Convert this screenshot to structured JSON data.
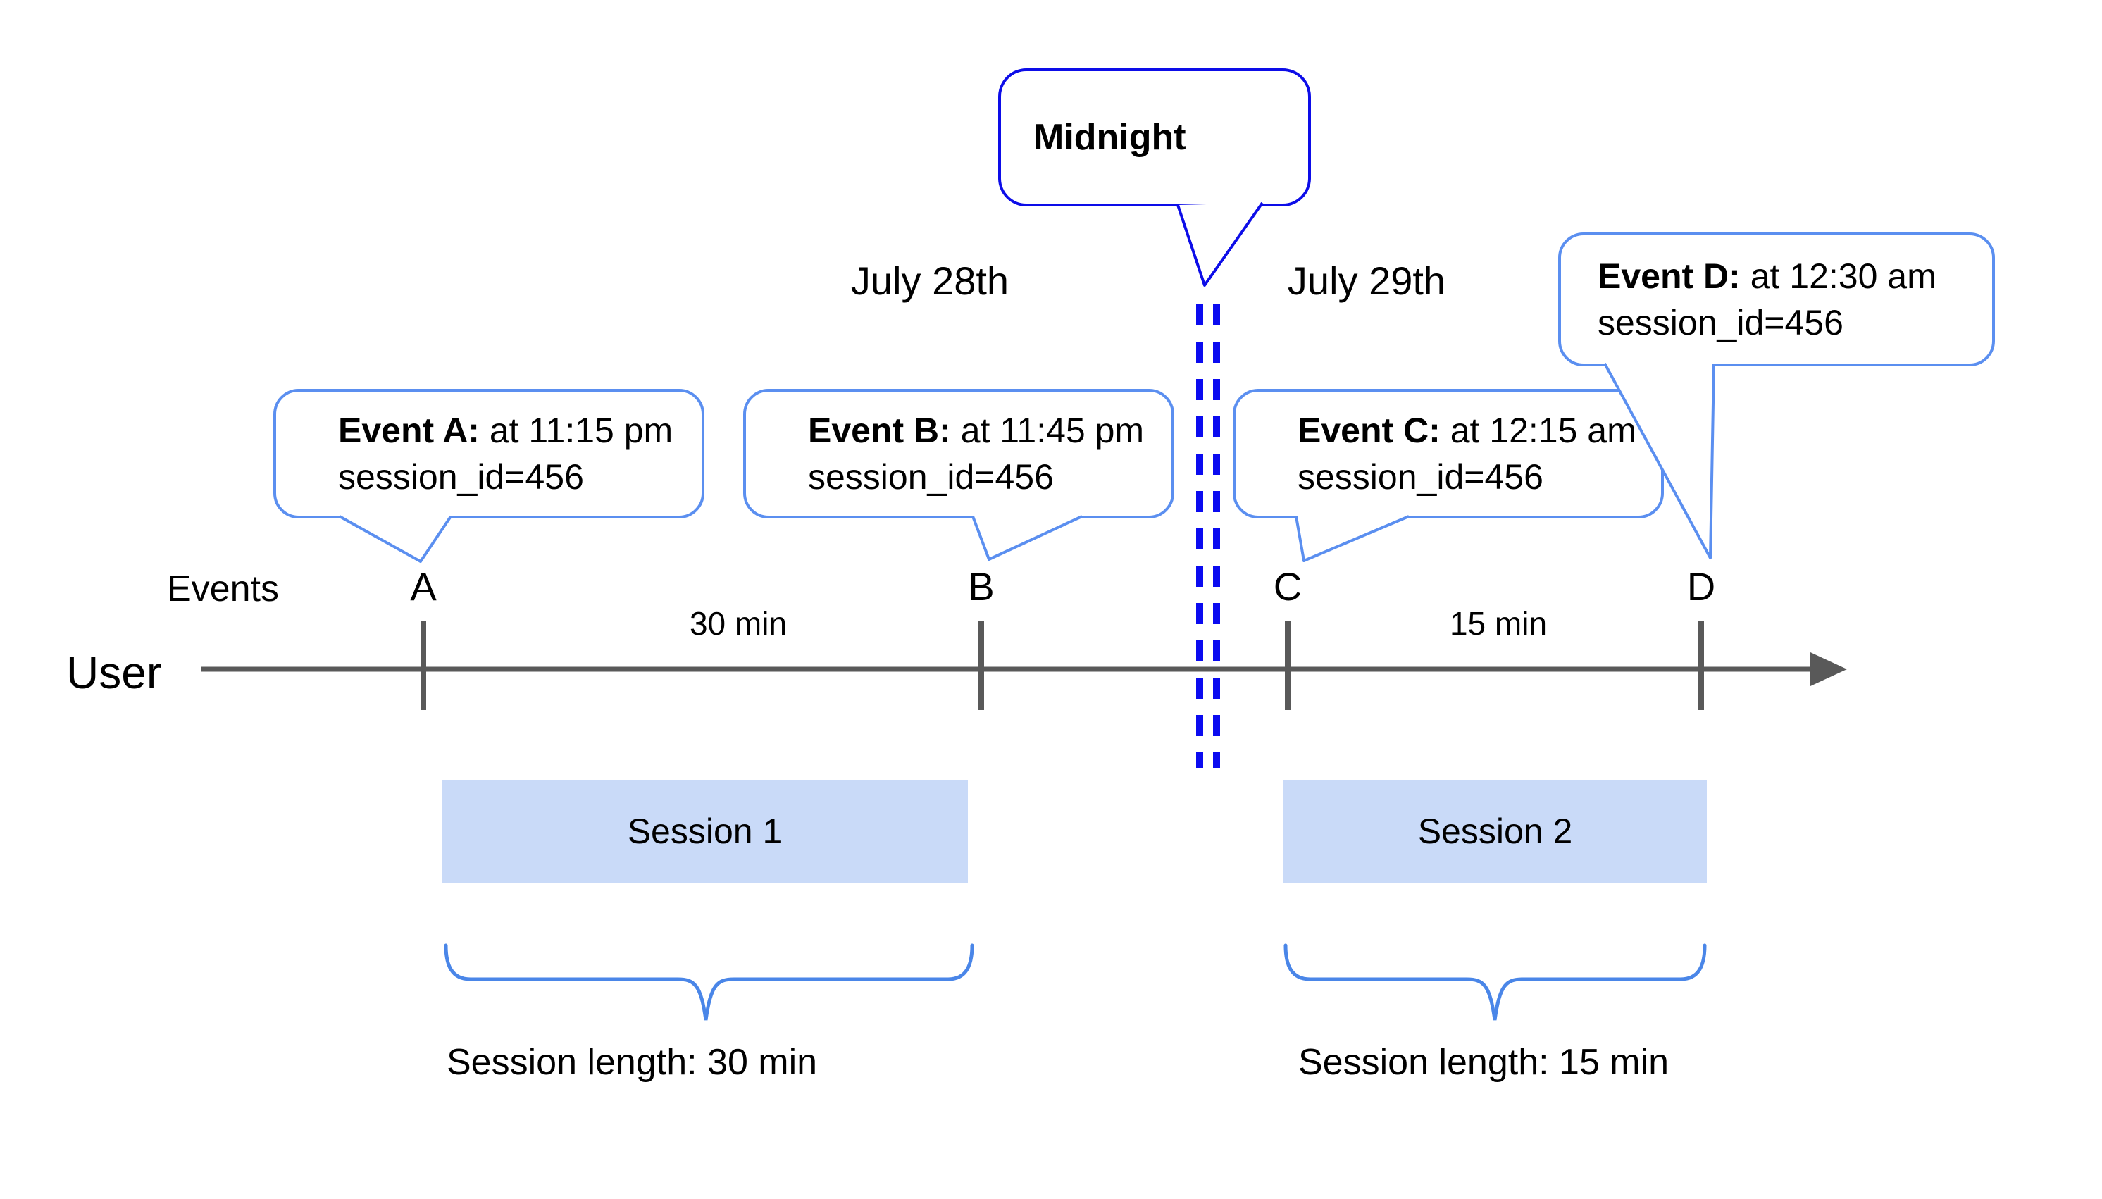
{
  "colors": {
    "midnight_border_blue": "#0d0de8",
    "divider_dash_blue": "#0b0bf0",
    "event_bubble_blue": "#5b8ff0",
    "brace_blue": "#4a86e8",
    "session_box_fill": "#c9daf8",
    "timeline_gray": "#595959",
    "text_black": "#000000"
  },
  "midnight_bubble": {
    "label": "Midnight"
  },
  "dates": {
    "before_midnight": "July 28th",
    "after_midnight": "July 29th"
  },
  "event_bubbles": [
    {
      "title": "Event A:",
      "time": " at 11:15 pm",
      "detail": "session_id=456"
    },
    {
      "title": "Event B:",
      "time": " at 11:45 pm",
      "detail": "session_id=456"
    },
    {
      "title": "Event C:",
      "time": " at 12:15 am",
      "detail": "session_id=456"
    },
    {
      "title": "Event D:",
      "time": " at 12:30 am",
      "detail": "session_id=456"
    }
  ],
  "timeline": {
    "row_label": "User",
    "events_label": "Events",
    "ticks": [
      "A",
      "B",
      "C",
      "D"
    ],
    "interval_labels": [
      "30 min",
      "15 min"
    ]
  },
  "sessions": [
    {
      "label": "Session 1",
      "length": "Session length: 30 min"
    },
    {
      "label": "Session 2",
      "length": "Session length: 15 min"
    }
  ]
}
